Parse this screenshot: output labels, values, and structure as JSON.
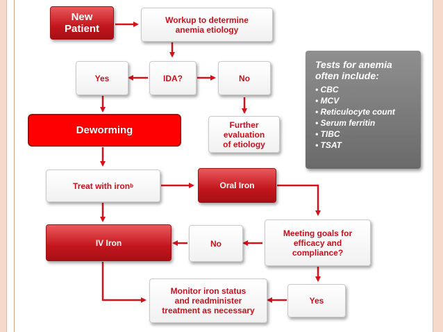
{
  "flowchart": {
    "new_patient": "New\nPatient",
    "workup": "Workup to determine\nanemia etiology",
    "ida": "IDA?",
    "yes_top": "Yes",
    "no_top": "No",
    "further_eval": "Further\nevaluation\nof etiology",
    "deworming": "Deworming",
    "treat_with_iron": "Treat with iron",
    "treat_footnote": "b",
    "oral_iron": "Oral Iron",
    "meeting_goals": "Meeting goals for\nefficacy and\ncompliance?",
    "no_mid": "No",
    "iv_iron": "IV Iron",
    "yes_bottom": "Yes",
    "monitor": "Monitor iron status\nand readminister\ntreatment as necessary"
  },
  "tests_panel": {
    "title": "Tests for anemia\noften include:",
    "items": [
      "CBC",
      "MCV",
      "Reticulocyte count",
      "Serum ferritin",
      "TIBC",
      "TSAT"
    ]
  },
  "colors": {
    "accent_red": "#c8101c",
    "deworming_fill": "#ff0000",
    "arrow": "#d4121c",
    "panel_gray": "#7a7a7a",
    "frame": "#f6d9c9"
  }
}
